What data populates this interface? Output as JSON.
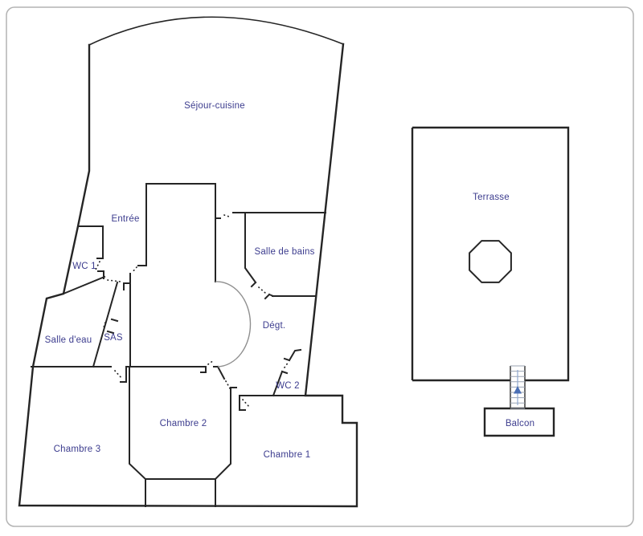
{
  "plan": {
    "type": "apartment-floor-plan",
    "rooms": [
      {
        "label": "Séjour-cuisine"
      },
      {
        "label": "Entrée"
      },
      {
        "label": "WC 1"
      },
      {
        "label": "Salle de bains"
      },
      {
        "label": "Salle d'eau"
      },
      {
        "label": "SAS"
      },
      {
        "label": "Dégt."
      },
      {
        "label": "WC 2"
      },
      {
        "label": "Chambre 2"
      },
      {
        "label": "Chambre 3"
      },
      {
        "label": "Chambre 1"
      },
      {
        "label": "Terrasse"
      },
      {
        "label": "Balcon"
      }
    ],
    "colors": {
      "wall": "#252525",
      "label": "#3c3c8e",
      "frame": "#b3b3b3",
      "arc": "#8f8f8f",
      "stairs_rail": "#3a3a3a",
      "stairs_rung": "#9aa3b2",
      "stairs_arrow": "#4a6fb5",
      "stairs_shaft": "#8fa8d0"
    }
  }
}
